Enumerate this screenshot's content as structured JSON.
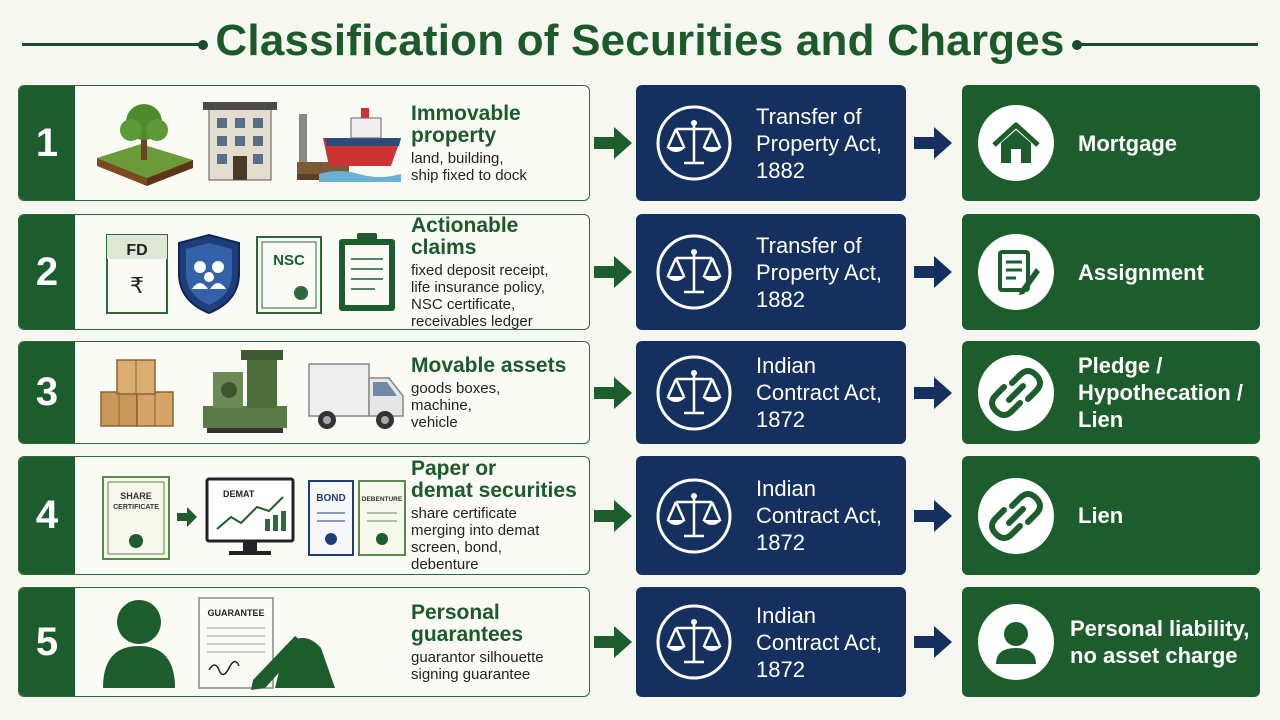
{
  "title": "Classification of Securities and Charges",
  "colors": {
    "green": "#1d5c2d",
    "navy": "#15305f",
    "background": "#f7f7f1"
  },
  "rows": [
    {
      "number": "1",
      "category": [
        "Immovable",
        "property"
      ],
      "examples": [
        "land, building,",
        "ship fixed to dock"
      ],
      "law": [
        "Transfer of",
        "Property Act,",
        "1882"
      ],
      "charge": [
        "Mortgage"
      ],
      "icons": [
        "tree-on-land-icon",
        "building-icon",
        "docked-ship-icon"
      ],
      "charge_icon": "house-icon"
    },
    {
      "number": "2",
      "category": [
        "Actionable claims"
      ],
      "examples": [
        "fixed deposit receipt,",
        "life insurance policy,",
        "NSC certificate,",
        "receivables ledger"
      ],
      "law": [
        "Transfer of",
        "Property Act,",
        "1882"
      ],
      "charge": [
        "Assignment"
      ],
      "icons": [
        "fd-receipt-icon",
        "insurance-shield-icon",
        "nsc-certificate-icon",
        "ledger-clipboard-icon"
      ],
      "icon_labels": {
        "fd": "FD",
        "rupee": "₹",
        "nsc": "NSC"
      },
      "charge_icon": "document-pen-icon"
    },
    {
      "number": "3",
      "category": [
        "Movable assets"
      ],
      "examples": [
        "goods boxes,",
        "machine,",
        "vehicle"
      ],
      "law": [
        "Indian",
        "Contract Act,",
        "1872"
      ],
      "charge": [
        "Pledge /",
        "Hypothecation /",
        "Lien"
      ],
      "icons": [
        "boxes-icon",
        "machine-icon",
        "truck-icon"
      ],
      "charge_icon": "chain-link-icon"
    },
    {
      "number": "4",
      "category": [
        "Paper or",
        "demat securities"
      ],
      "examples": [
        "share certificate",
        "merging into demat",
        "screen, bond,",
        "debenture"
      ],
      "law": [
        "Indian",
        "Contract Act,",
        "1872"
      ],
      "charge": [
        "Lien"
      ],
      "icons": [
        "share-certificate-icon",
        "demat-screen-icon",
        "bond-certificate-icon",
        "debenture-certificate-icon"
      ],
      "icon_labels": {
        "share": "SHARE",
        "certificate": "CERTIFICATE",
        "demat": "DEMAT",
        "bond": "BOND",
        "debenture": "DEBENTURE"
      },
      "charge_icon": "chain-link-icon"
    },
    {
      "number": "5",
      "category": [
        "Personal guarantees"
      ],
      "examples": [
        "guarantor silhouette",
        "signing guarantee"
      ],
      "law": [
        "Indian",
        "Contract Act,",
        "1872"
      ],
      "charge": [
        "Personal liability,",
        "no asset charge"
      ],
      "icons": [
        "guarantor-silhouette-icon",
        "guarantee-document-icon"
      ],
      "icon_labels": {
        "guarantee": "GUARANTEE"
      },
      "charge_icon": "person-icon"
    }
  ]
}
